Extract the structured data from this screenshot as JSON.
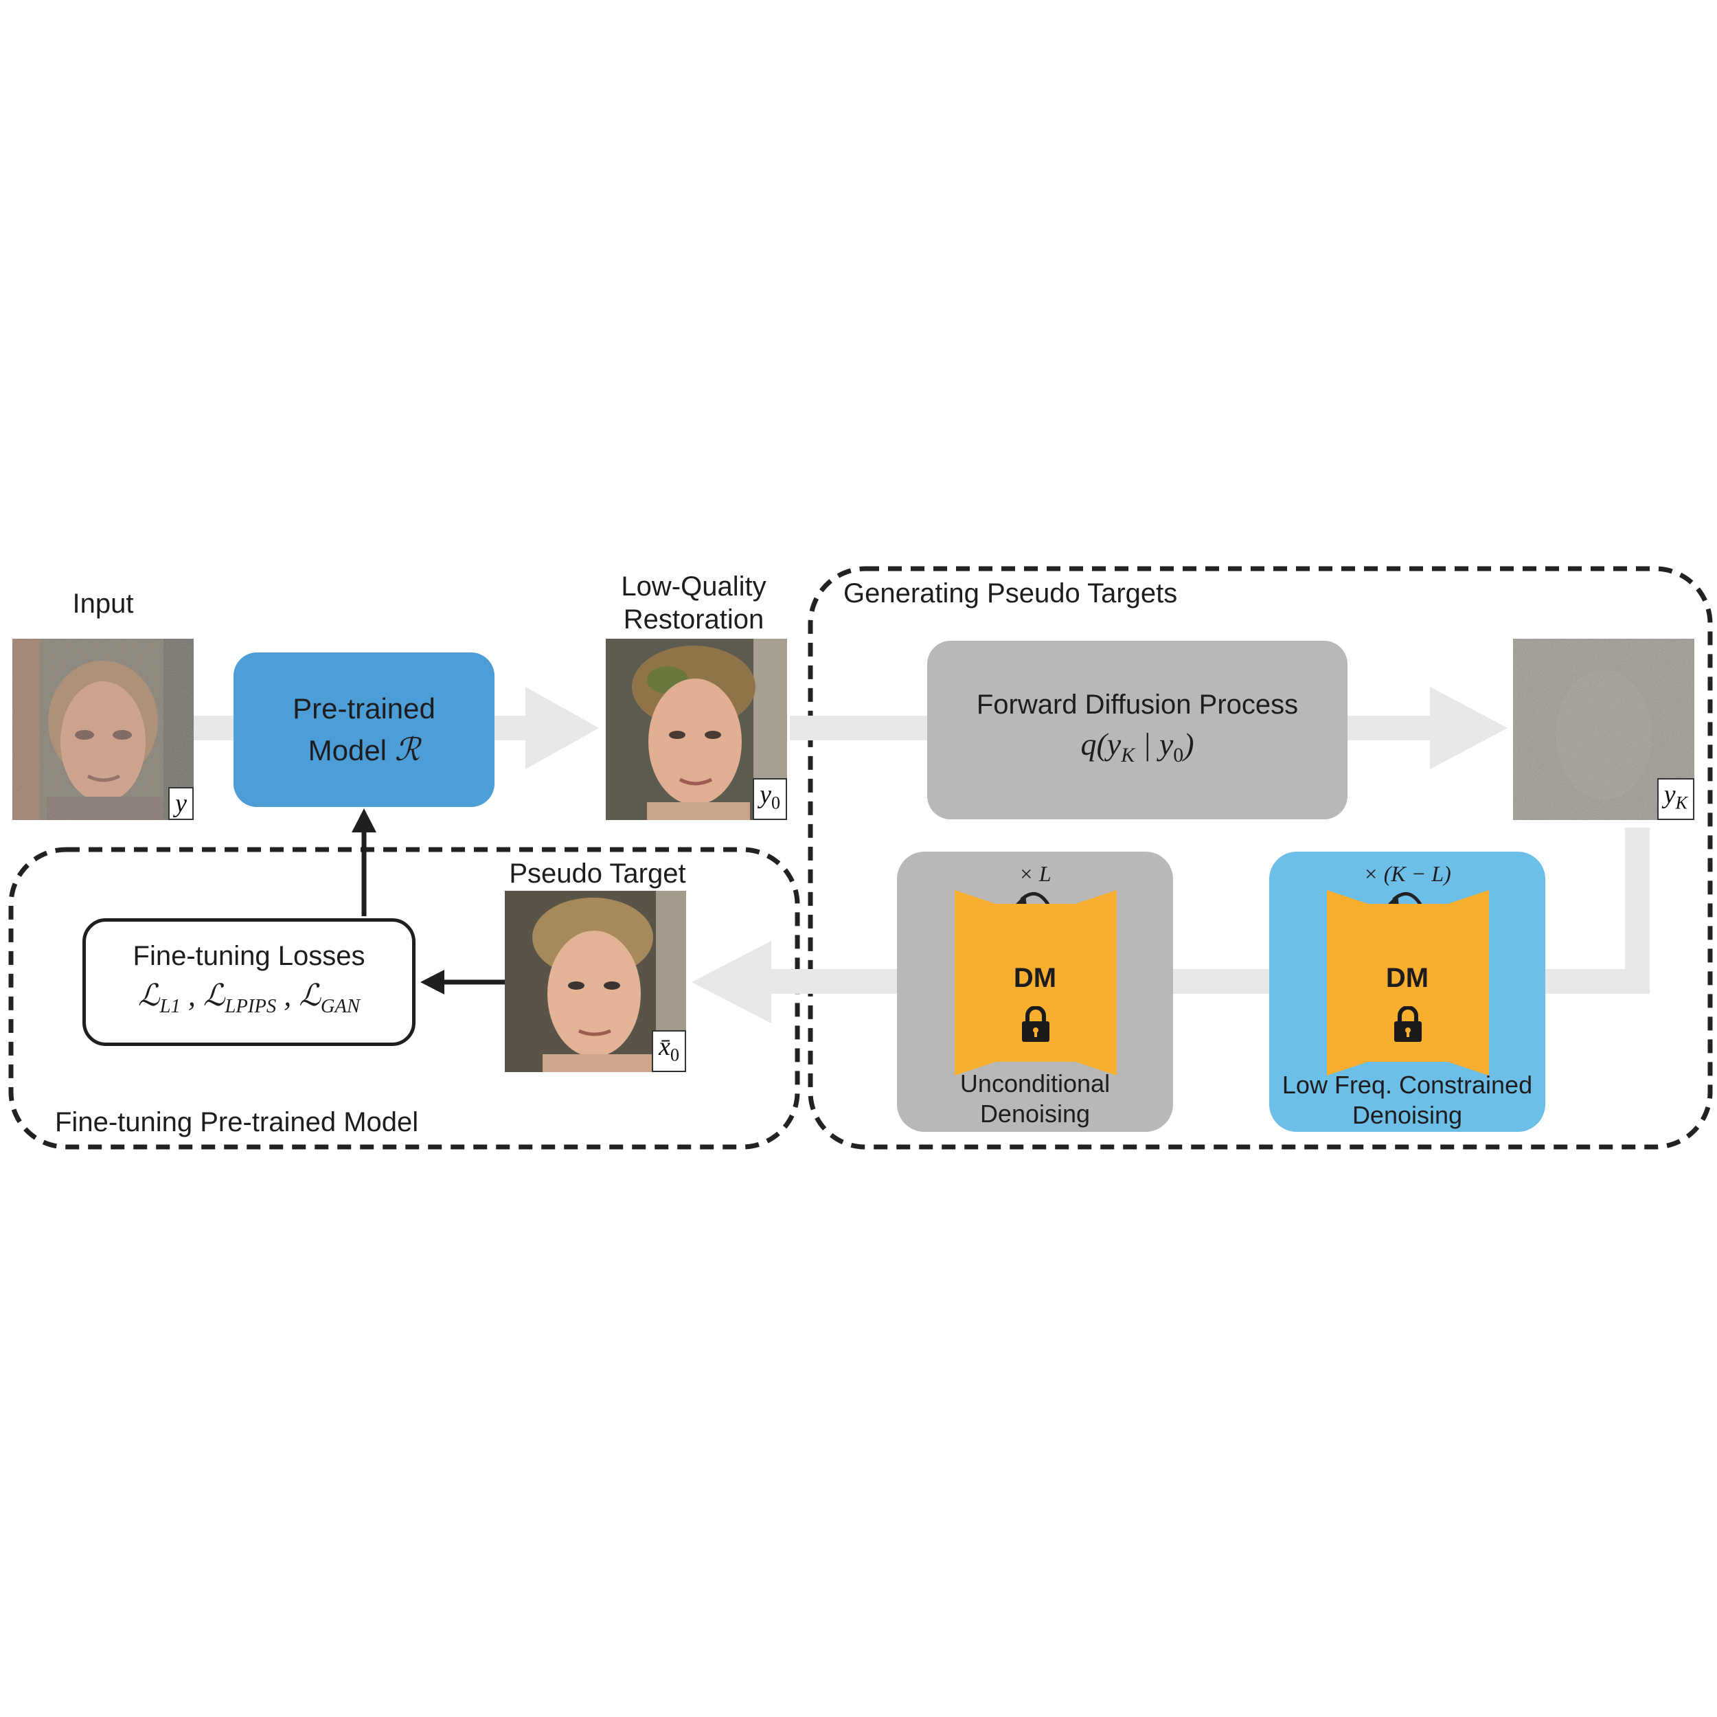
{
  "labels": {
    "input": "Input",
    "lq_line1": "Low-Quality",
    "lq_line2": "Restoration",
    "pseudo_target": "Pseudo Target",
    "gen_section": "Generating Pseudo Targets",
    "ft_section": "Fine-tuning Pre-trained Model"
  },
  "pretrained": {
    "line1": "Pre-trained",
    "line2_prefix": "Model",
    "line2_symbol": "ℛ"
  },
  "forward": {
    "title": "Forward Diffusion Process",
    "formula_q": "q(y",
    "formula_k": "K",
    "formula_mid": " | y",
    "formula_0": "0",
    "formula_end": ")"
  },
  "losses": {
    "title": "Fine-tuning Losses",
    "l1": "L1",
    "lpips": "LPIPS",
    "gan": "GAN",
    "script_l": "ℒ"
  },
  "uncond": {
    "repeat": "× L",
    "dm": "DM",
    "line1": "Unconditional",
    "line2": "Denoising"
  },
  "lowfreq": {
    "repeat": "× (K − L)",
    "dm": "DM",
    "line1": "Low Freq. Constrained",
    "line2": "Denoising"
  },
  "tags": {
    "y": "y",
    "y0_base": "y",
    "y0_sub": "0",
    "yk_base": "y",
    "yk_sub": "K",
    "x0_base": "x̄",
    "x0_sub": "0"
  },
  "colors": {
    "pretrained_blue": "#4d9dd6",
    "lowfreq_blue": "#6ebfe8",
    "gray_box": "#b8b8b8",
    "dm_orange": "#f8ae2f",
    "flow_arrow": "#e8e8e8"
  },
  "icons": [
    "lock-icon",
    "loop-arrow-icon",
    "face-photo"
  ]
}
